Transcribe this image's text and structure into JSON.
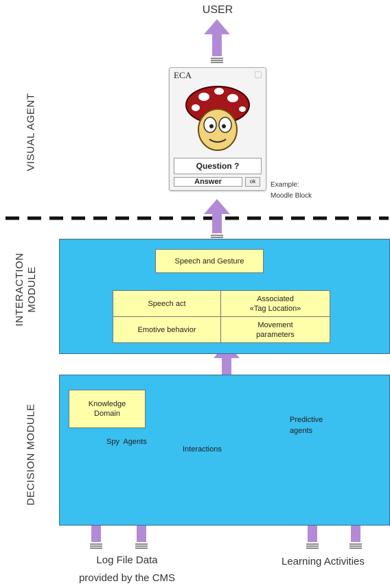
{
  "diagram": {
    "top_label": "USER",
    "sections": {
      "visual_agent": "VISUAL AGENT",
      "interaction_module": "INTERACTION MODULE",
      "decision_module": "DECISION MODULE"
    },
    "eca_window": {
      "title": "ECA",
      "question_button": "Question ?",
      "answer_button": "Answer",
      "ok_button": "ok"
    },
    "example_note": [
      "Example:",
      "Moodle Block"
    ],
    "interaction": {
      "speech_gesture": "Speech and Gesture",
      "speech_act": "Speech act",
      "associated": [
        "Associated",
        "«Tag Location»"
      ],
      "emotive_behavior": "Emotive behavior",
      "movement_parameters": [
        "Movement",
        "parameters"
      ]
    },
    "decision": {
      "knowledge_domain": [
        "Knowledge",
        "Domain"
      ],
      "spy_agents": "Spy  Agents",
      "interactions": "Interactions",
      "predictive_agents": [
        "Predictive",
        "agents"
      ]
    },
    "inputs": {
      "log_file_data": [
        "Log File Data",
        "provided by the CMS"
      ],
      "learning_activities": "Learning Activities"
    },
    "colors": {
      "arrow": "#b38ad8",
      "panel": "#39bff0",
      "box": "#ffffaa"
    }
  }
}
